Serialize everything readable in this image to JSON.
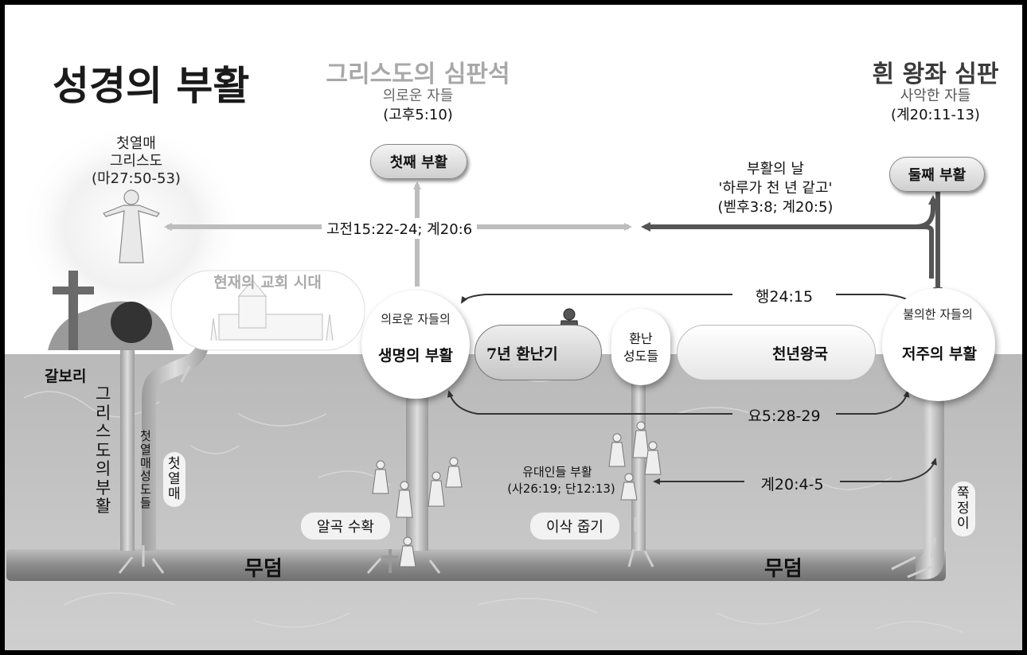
{
  "main_title": "성경의 부활",
  "judgment_seat": {
    "title": "그리스도의 심판석",
    "subtitle": "의로운 자들",
    "ref": "(고후5:10)"
  },
  "white_throne": {
    "title": "흰 왕좌 심판",
    "subtitle": "사악한 자들",
    "ref": "(계20:11-13)"
  },
  "firstfruits_christ": {
    "line1": "첫열매",
    "line2": "그리스도",
    "ref": "(마27:50-53)"
  },
  "first_resurrection": "첫째 부활",
  "second_resurrection": "둘째 부활",
  "day_of_resurrection": {
    "line1": "부활의 날",
    "line2": "'하루가 천 년 같고'",
    "ref": "(벧후3:8; 계20:5)"
  },
  "ref_cor": "고전15:22-24; 계20:6",
  "church_age": "현재의 교회 시대",
  "ref_acts": "행24:15",
  "ref_john": "요5:28-29",
  "ref_rev": "계20:4-5",
  "life_circle": {
    "arc": "의로운 자들의",
    "label": "생명의 부활"
  },
  "condemn_circle": {
    "arc": "불의한 자들의",
    "label": "저주의 부활"
  },
  "tribulation": "7년 환난기",
  "tribulation_saints": {
    "line1": "환난",
    "line2": "성도들"
  },
  "millennium": "천년왕국",
  "calvary": "갈보리",
  "christ_resurrection_vertical": [
    "그",
    "리",
    "스",
    "도",
    "의",
    "부",
    "활"
  ],
  "firstfruit_saints_vertical": [
    "첫",
    "열",
    "매",
    "성",
    "도",
    "들"
  ],
  "firstfruit_vertical": [
    "첫",
    "열",
    "매"
  ],
  "gleaning_vertical": [
    "쭉",
    "정",
    "이"
  ],
  "jews_resurrection": {
    "line1": "유대인들 부활",
    "ref": "(사26:19; 단12:13)"
  },
  "harvest": "알곡 수확",
  "gleaning": "이삭 줍기",
  "grave_left": "무덤",
  "grave_right": "무덤"
}
